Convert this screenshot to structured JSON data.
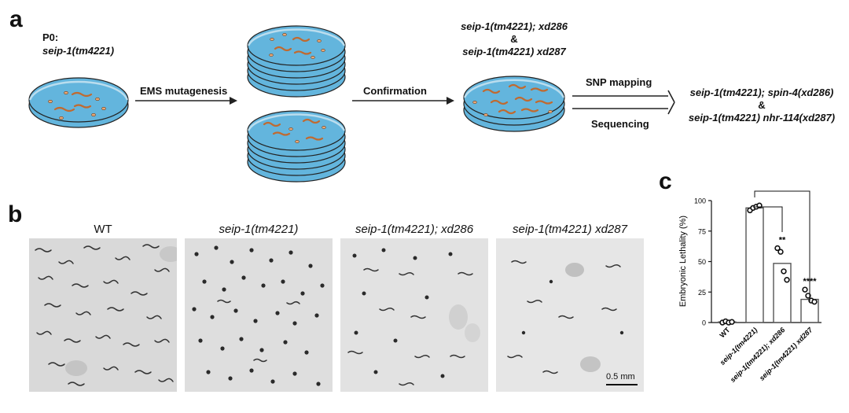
{
  "panels": {
    "a": "a",
    "b": "b",
    "c": "c"
  },
  "schematic": {
    "p0_line1": "P0:",
    "p0_line2": "seip-1(tm4221)",
    "step_mutagenesis": "EMS mutagenesis",
    "step_confirmation": "Confirmation",
    "step_snp": "SNP mapping",
    "step_sequencing": "Sequencing",
    "confirmed_line1": "seip-1(tm4221); xd286",
    "confirmed_amp": "&",
    "confirmed_line2": "seip-1(tm4221) xd287",
    "result_line1": "seip-1(tm4221); spin-4(xd286)",
    "result_amp": "&",
    "result_line2": "seip-1(tm4221) nhr-114(xd287)",
    "plate_color": "#63b5dd",
    "worm_color": "#c06a30"
  },
  "micrographs": {
    "titles": [
      "WT",
      "seip-1(tm4221)",
      "seip-1(tm4221); xd286",
      "seip-1(tm4221) xd287"
    ],
    "scale_bar": "0.5 mm"
  },
  "chart_data": {
    "type": "bar",
    "title": "",
    "xlabel": "",
    "ylabel": "Embryonic Lethality (%)",
    "ylim": [
      0,
      100
    ],
    "yticks": [
      0,
      25,
      50,
      75,
      100
    ],
    "categories": [
      "WT",
      "seip-1(tm4221)",
      "seip-1(tm4221); xd286",
      "seip-1(tm4221) xd287"
    ],
    "values": [
      0.5,
      94,
      48.5,
      19
    ],
    "points": [
      [
        0,
        1,
        0,
        0.5
      ],
      [
        92,
        94,
        95,
        96
      ],
      [
        61,
        58,
        42,
        35
      ],
      [
        27,
        22,
        18,
        17
      ]
    ],
    "significance": [
      "",
      "",
      "**",
      "****"
    ],
    "legend": "none",
    "grid": false
  }
}
